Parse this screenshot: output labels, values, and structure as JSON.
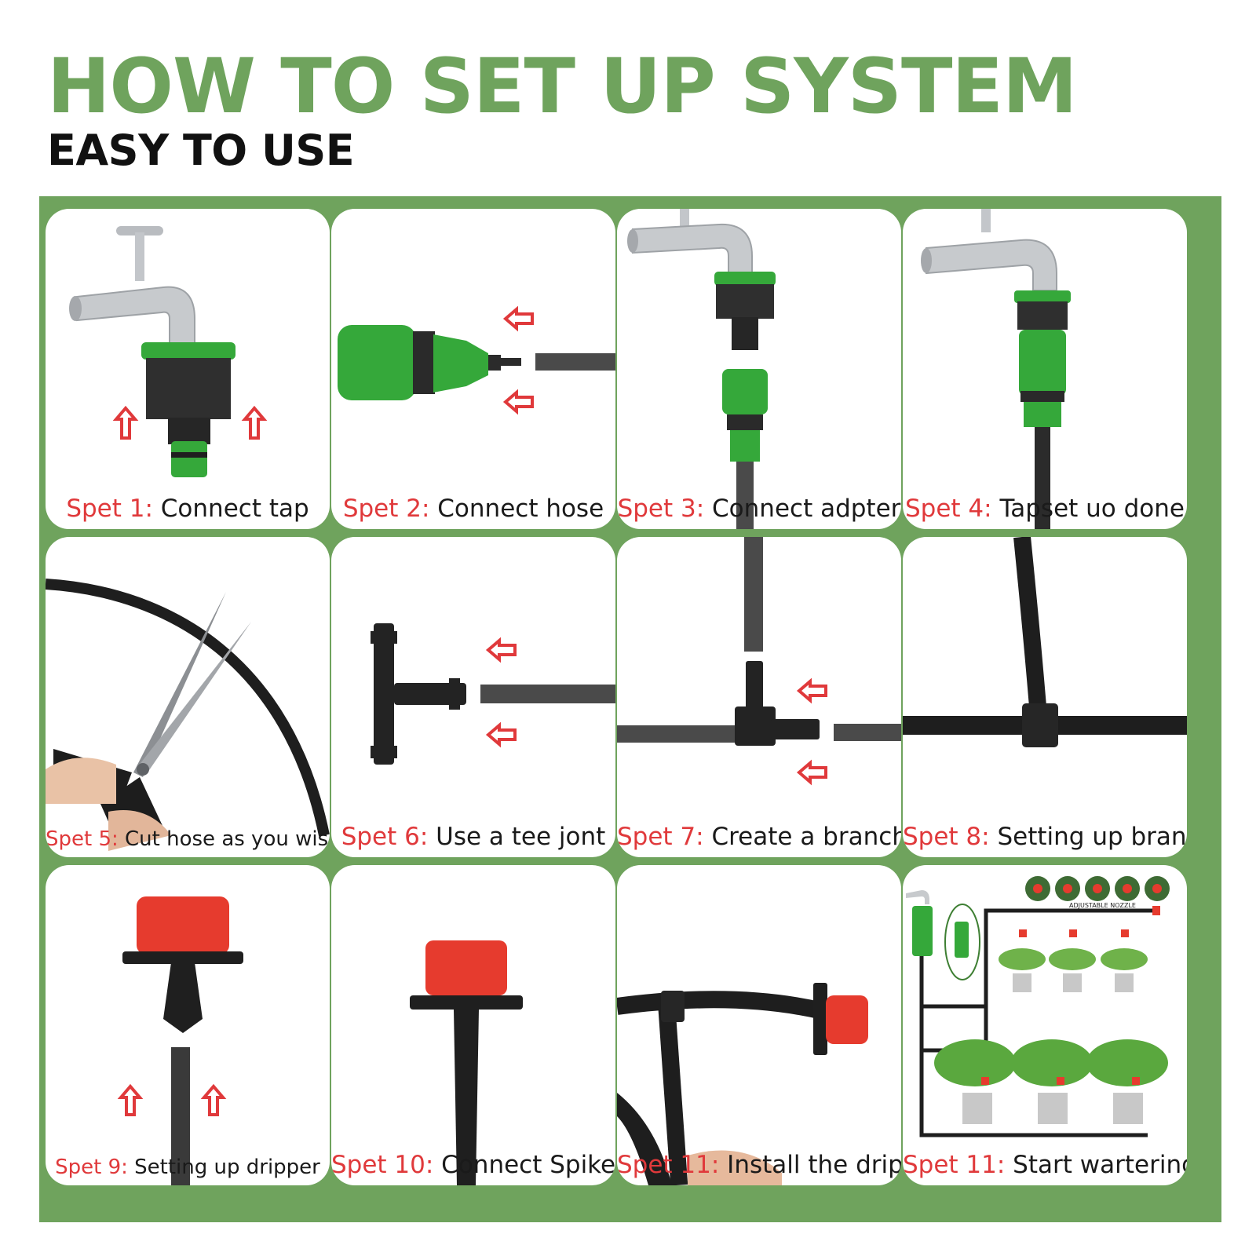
{
  "header": {
    "title": "HOW TO SET UP SYSTEM",
    "subtitle": "EASY TO USE"
  },
  "colors": {
    "accent": "#6fa35d",
    "step": "#e0393b",
    "text": "#1a1a1a",
    "hose": "#2b2b2b",
    "fitting": "#35a83a",
    "dripper": "#e63b2e"
  },
  "steps": [
    {
      "label": "Spet 1:",
      "text": " Connect tap"
    },
    {
      "label": "Spet 2:",
      "text": " Connect hose"
    },
    {
      "label": "Spet 3:",
      "text": " Connect adpter"
    },
    {
      "label": "Spet 4:",
      "text": " Tapset uo done"
    },
    {
      "label": "Spet 5:",
      "text": " Cut hose as you wish"
    },
    {
      "label": "Spet 6:",
      "text": " Use a tee jont"
    },
    {
      "label": "Spet 7:",
      "text": " Create a branch"
    },
    {
      "label": "Spet 8:",
      "text": " Setting up branch"
    },
    {
      "label": "Spet 9:",
      "text": " Setting up dripper"
    },
    {
      "label": "Spet 10:",
      "text": " Connect Spike"
    },
    {
      "label": "Spet 11:",
      "text": " Install the dripper"
    },
    {
      "label": "Spet 11:",
      "text": " Start wartering"
    }
  ],
  "nozzle_label": "ADJUSTABLE NOZZLE",
  "icons": {
    "arrow": "red-outline-arrow-icon",
    "tap": "faucet-icon",
    "plant": "potted-plant-icon"
  }
}
